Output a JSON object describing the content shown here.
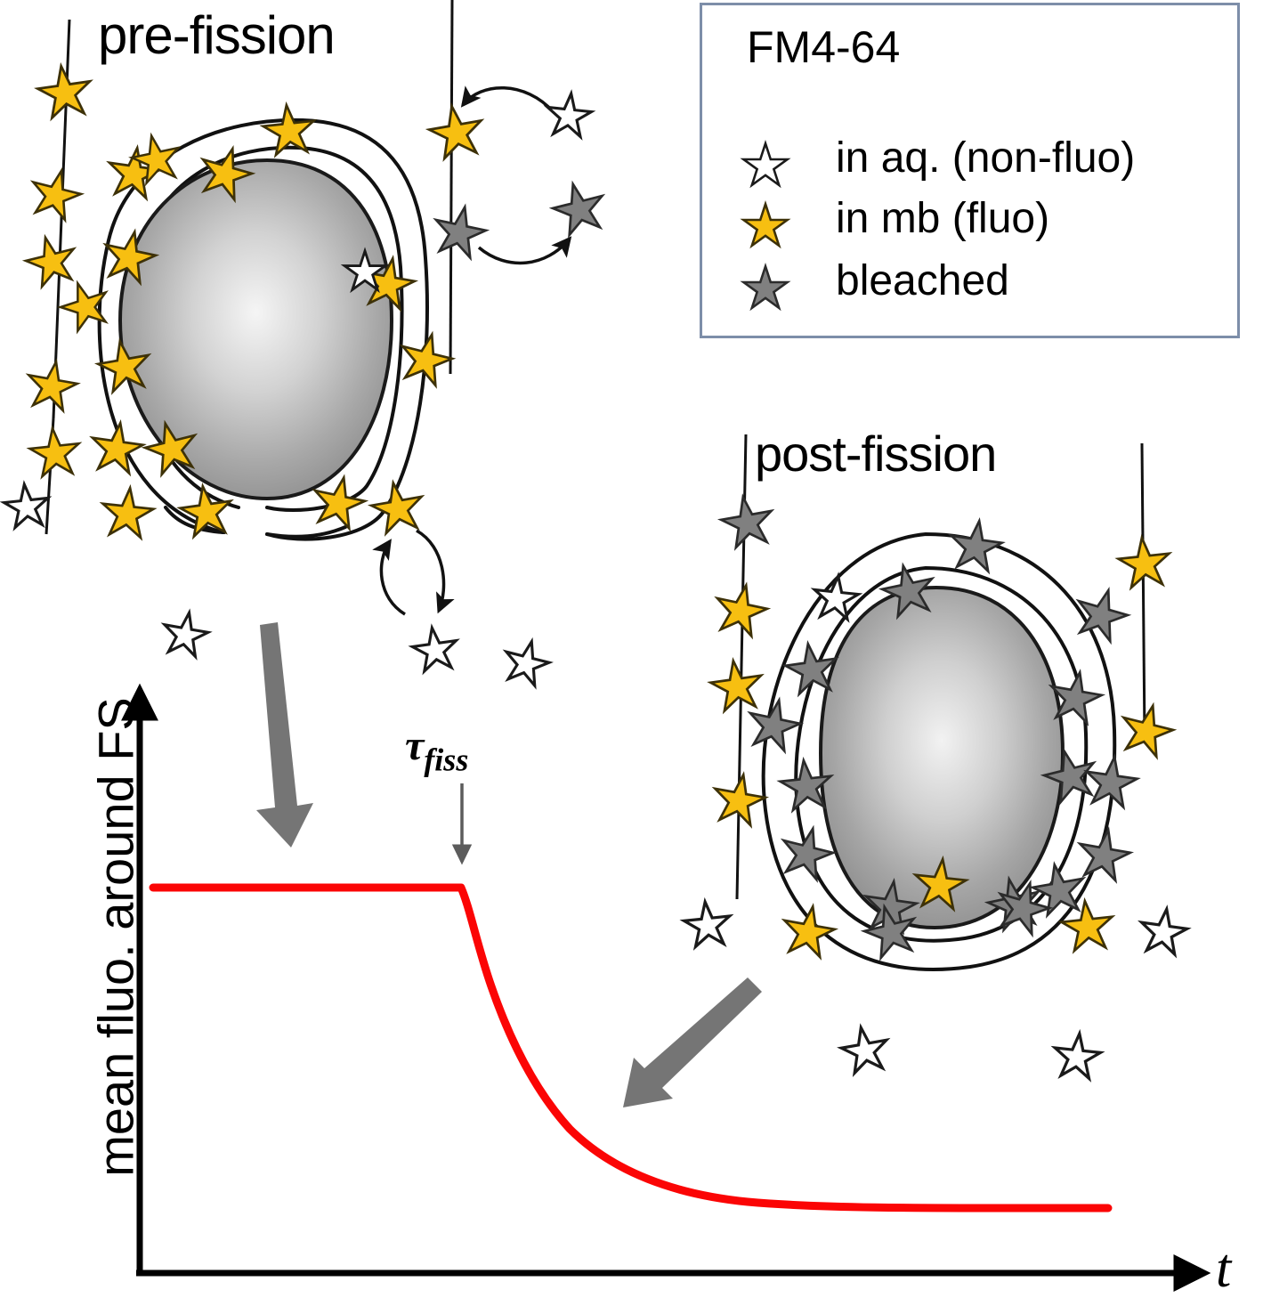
{
  "figure": {
    "type": "scientific-schematic",
    "pre_fission_title": "pre-fission",
    "post_fission_title": "post-fission",
    "tau_symbol": "τ",
    "tau_subscript": "fiss"
  },
  "legend": {
    "title": "FM4-64",
    "border_color": "#7d8ea9",
    "items": [
      {
        "marker": "star-outline",
        "label": "in aq. (non-fluo)",
        "fill": "#ffffff",
        "stroke": "#1a1a1a"
      },
      {
        "marker": "star-gold",
        "label": "in mb (fluo)",
        "fill": "#f7bf11",
        "stroke": "#3d3108"
      },
      {
        "marker": "star-gray",
        "label": "bleached",
        "fill": "#808080",
        "stroke": "#2b2b2b"
      }
    ]
  },
  "axes": {
    "ylabel": "mean fluo. around FS",
    "xlabel": "t",
    "origin_x": 157,
    "origin_y": 1430,
    "x_axis_end": 1360,
    "y_axis_top": 770
  },
  "colors": {
    "curve_red": "#fb0505",
    "star_gold": "#f7bf11",
    "star_gray": "#808080",
    "star_outline": "#ffffff",
    "arrow_gray": "#757575",
    "axis_black": "#000000",
    "nucleus_light": "#f2f2f2",
    "nucleus_dark": "#858585"
  },
  "chart_data": {
    "type": "line",
    "title": "",
    "xlabel": "t",
    "ylabel": "mean fluo. around FS",
    "grid": false,
    "legend_position": "none",
    "annotations": [
      {
        "text": "τ_fiss",
        "x": 518,
        "y": 997,
        "kind": "event-marker-arrow"
      }
    ],
    "series": [
      {
        "name": "mean fluorescence around fission site",
        "color": "#fb0505",
        "description": "constant plateau before tau_fiss, then exponential decay to a lower plateau",
        "x": [
          172,
          250,
          330,
          410,
          480,
          518,
          540,
          565,
          595,
          630,
          670,
          715,
          765,
          820,
          880,
          945,
          1010,
          1080,
          1150,
          1245
        ],
        "y": [
          997,
          997,
          997,
          997,
          997,
          997,
          1028,
          1075,
          1125,
          1175,
          1220,
          1258,
          1288,
          1312,
          1330,
          1343,
          1350,
          1354,
          1356,
          1357
        ]
      }
    ]
  },
  "pre_fission_scene": {
    "membrane_state": "open C-shaped loop (unsealed fission site)",
    "nucleus_label": "organelle/vesicle body",
    "star_counts": {
      "gold": 22,
      "gray": 2,
      "outline": 6
    },
    "gray_arrow": {
      "from_x": 298,
      "from_y": 700,
      "to_x": 332,
      "to_y": 950
    },
    "exchange_arrows": 4
  },
  "post_fission_scene": {
    "membrane_state": "closed sealed loop (post fission)",
    "star_counts": {
      "gold": 8,
      "gray": 18,
      "outline": 6
    },
    "gray_arrow": {
      "from_x": 838,
      "from_y": 1105,
      "to_x": 716,
      "to_y": 1232
    }
  }
}
